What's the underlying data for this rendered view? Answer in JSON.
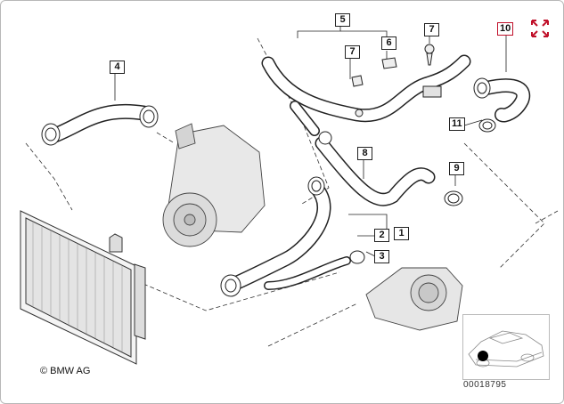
{
  "diagram": {
    "callouts": [
      {
        "id": "c1",
        "label": "1"
      },
      {
        "id": "c2",
        "label": "2"
      },
      {
        "id": "c3",
        "label": "3"
      },
      {
        "id": "c4",
        "label": "4"
      },
      {
        "id": "c5",
        "label": "5"
      },
      {
        "id": "c6",
        "label": "6"
      },
      {
        "id": "c7a",
        "label": "7"
      },
      {
        "id": "c7b",
        "label": "7"
      },
      {
        "id": "c8",
        "label": "8"
      },
      {
        "id": "c9",
        "label": "9"
      },
      {
        "id": "c10",
        "label": "10"
      },
      {
        "id": "c11",
        "label": "11"
      }
    ],
    "copyright": "© BMW AG",
    "doc_number": "00018795",
    "icons": {
      "expand": "expand-arrows-icon",
      "locator": "car-locator-icon"
    },
    "colors": {
      "highlight": "#c0102a",
      "line": "#222222"
    }
  }
}
